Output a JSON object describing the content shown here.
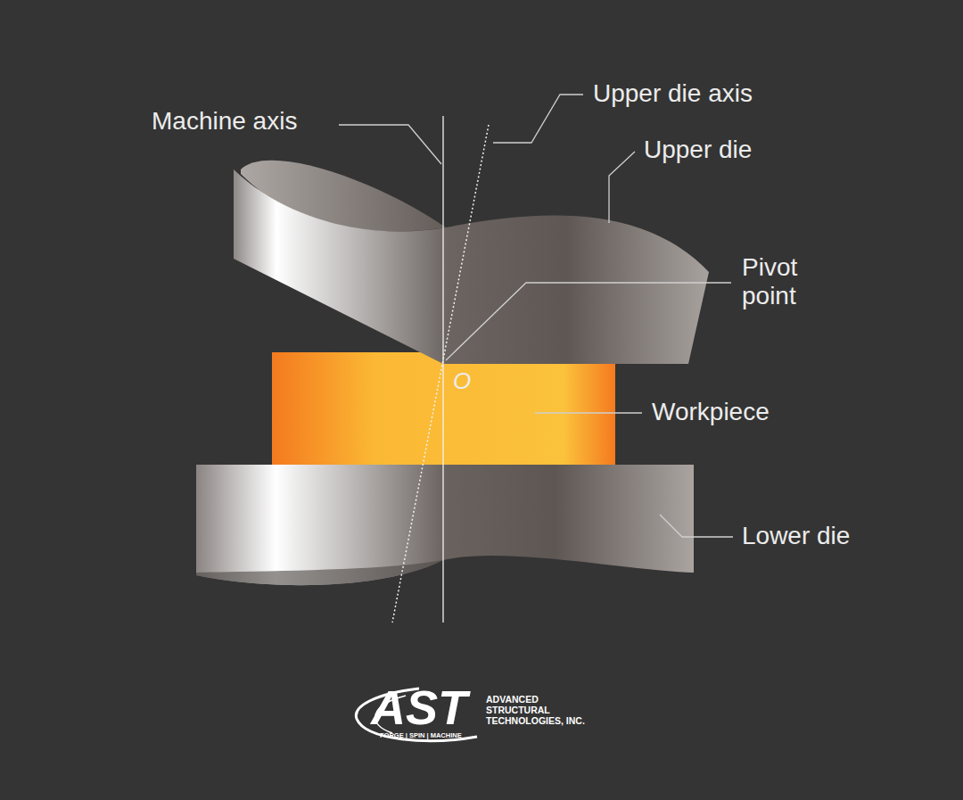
{
  "diagram": {
    "labels": [
      "Machine axis",
      "Upper die axis",
      "Upper die",
      "Pivot point",
      "O",
      "Workpiece",
      "Lower die",
      "AST",
      "FORGE | SPIN | MACHINE",
      "ADVANCED STRUCTURAL TECHNOLOGIES, INC."
    ]
  }
}
